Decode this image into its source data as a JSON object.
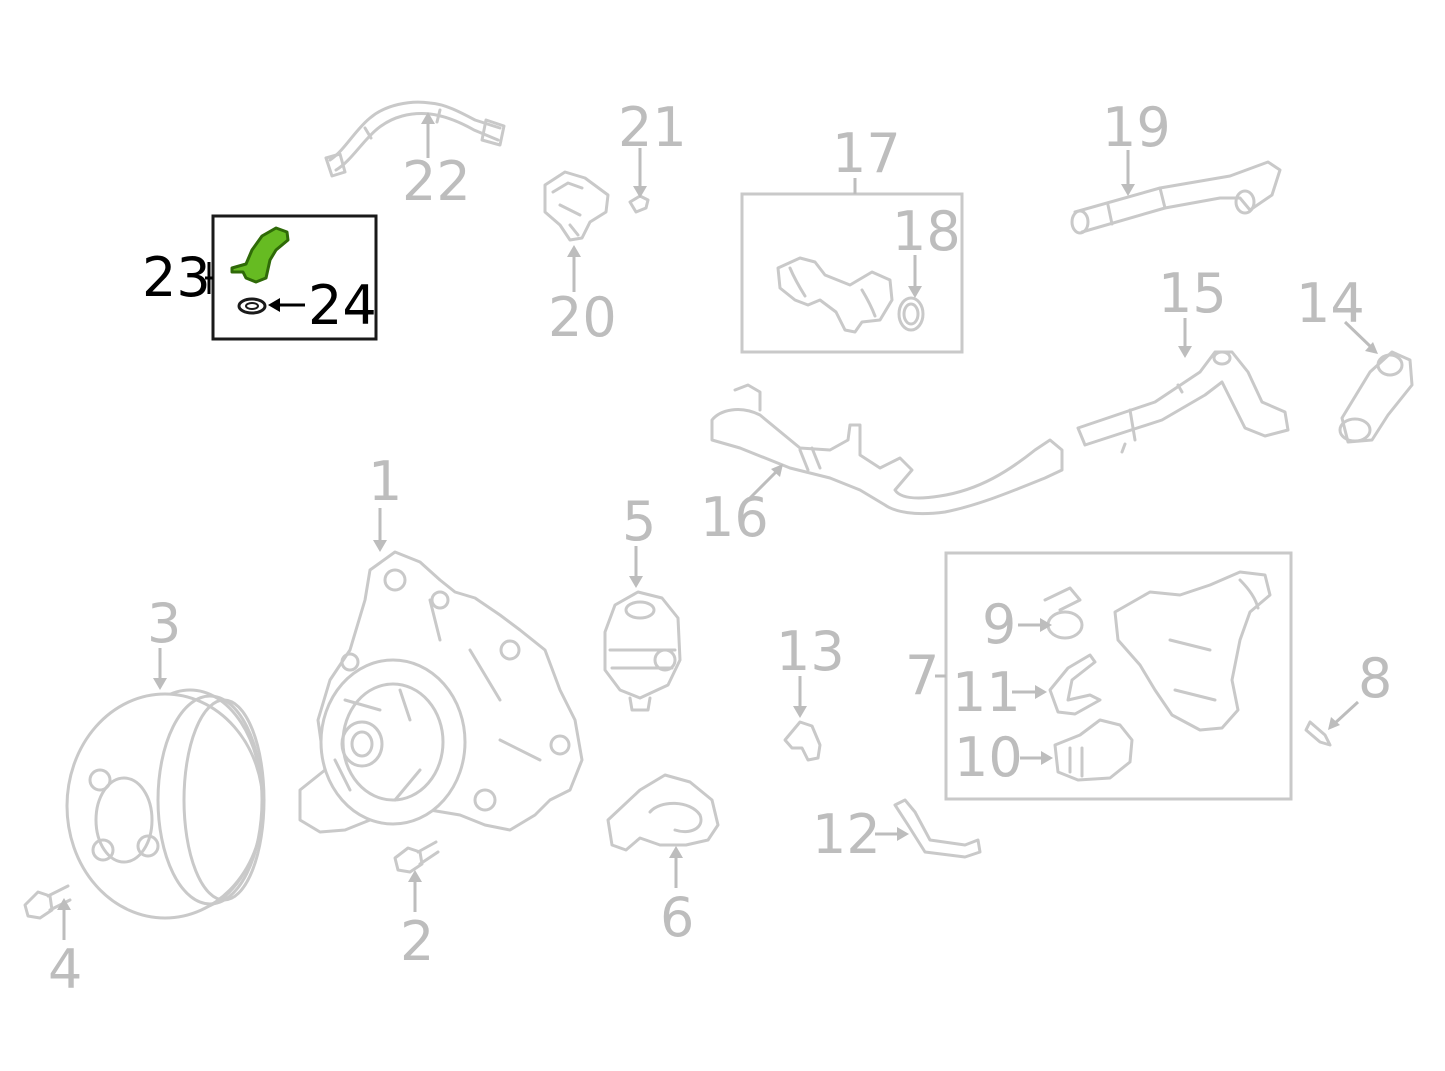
{
  "callouts": {
    "c1": "1",
    "c2": "2",
    "c3": "3",
    "c4": "4",
    "c5": "5",
    "c6": "6",
    "c7": "7",
    "c8": "8",
    "c9": "9",
    "c10": "10",
    "c11": "11",
    "c12": "12",
    "c13": "13",
    "c14": "14",
    "c15": "15",
    "c16": "16",
    "c17": "17",
    "c18": "18",
    "c19": "19",
    "c20": "20",
    "c21": "21",
    "c22": "22",
    "c23": "23",
    "c24": "24"
  },
  "highlighted_parts": [
    "23",
    "24"
  ],
  "colors": {
    "highlight_fill": "#66bb22",
    "inactive_line": "#c9c9c9",
    "inactive_label": "#bdbdbd",
    "active_label": "#000000"
  }
}
